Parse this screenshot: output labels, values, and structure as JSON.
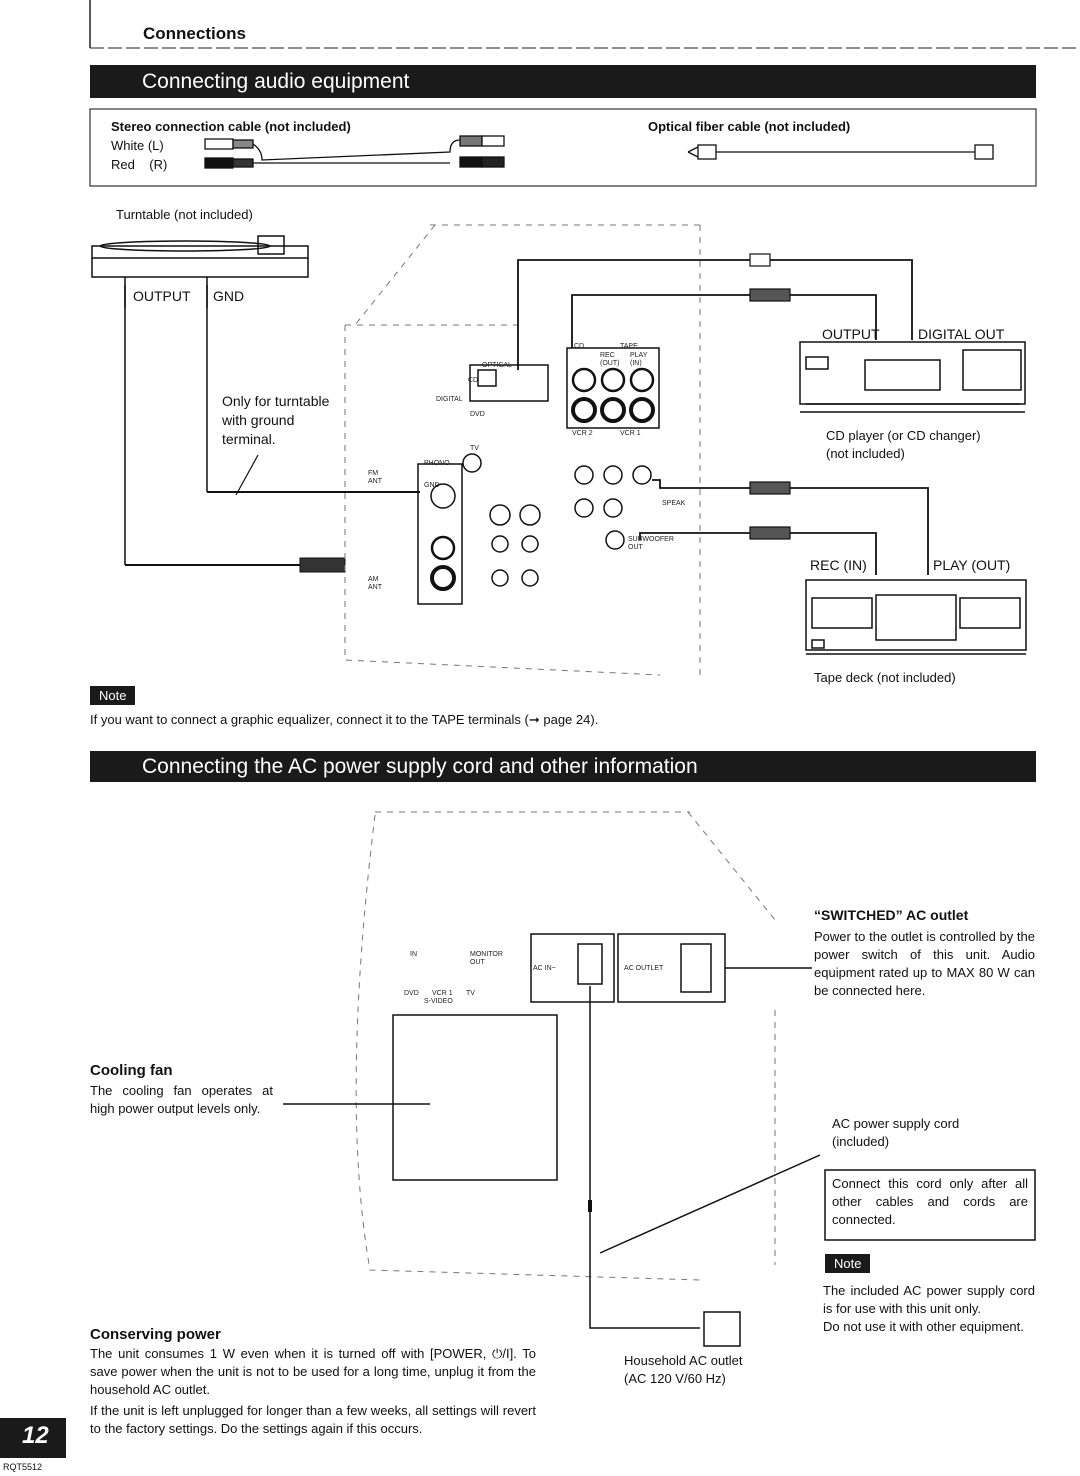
{
  "header": {
    "section": "Connections"
  },
  "section1": {
    "title": "Connecting audio equipment",
    "stereo_cable": {
      "label": "Stereo connection cable (not included)",
      "white": "White  (L)",
      "red": "Red    (R)"
    },
    "optical_cable": {
      "label": "Optical fiber cable (not included)"
    },
    "turntable": {
      "caption": "Turntable (not included)",
      "output": "OUTPUT",
      "gnd": "GND",
      "ground_note": [
        "Only for turntable",
        "with ground",
        "terminal."
      ]
    },
    "cd_player": {
      "output": "OUTPUT",
      "digital_out": "DIGITAL OUT",
      "caption": [
        "CD player (or CD changer)",
        "(not included)"
      ]
    },
    "tape_deck": {
      "rec_in": "REC (IN)",
      "play_out": "PLAY (OUT)",
      "caption": "Tape deck (not included)"
    },
    "panel_labels": {
      "optical": "OPTICAL",
      "cd": "CD",
      "digital": "DIGITAL",
      "dvd": "DVD",
      "tv": "TV",
      "tape": "TAPE",
      "rec_out": "REC\n(OUT)",
      "play_in": "PLAY\n(IN)",
      "vcr2": "VCR 2",
      "vcr1": "VCR 1",
      "phono": "PHONO",
      "gnd": "GND",
      "fm_ant": "FM\nANT",
      "am_ant": "AM\nANT",
      "speaker": "SPEAK",
      "subwoofer": "SUBWOOFER\nOUT"
    },
    "note_badge": "Note",
    "note_text": "If you want to connect a graphic equalizer, connect it to the TAPE terminals (➞ page 24)."
  },
  "section2": {
    "title": "Connecting the AC power supply cord and other information",
    "panel_labels": {
      "ac_in": "AC IN~",
      "ac_outlet": "AC OUTLET",
      "monitor_out": "MONITOR\nOUT",
      "dvd": "DVD",
      "vcr1": "VCR 1",
      "tv": "TV",
      "svideo": "S-VIDEO",
      "in": "IN"
    },
    "switched": {
      "title": "“SWITCHED” AC outlet",
      "body": "Power to the outlet is controlled by the power switch of this unit. Audio equipment rated up to MAX 80 W can be connected here."
    },
    "cooling": {
      "title": "Cooling fan",
      "body": "The cooling fan operates at high power output levels only."
    },
    "ac_cord": {
      "label": [
        "AC power supply cord",
        "(included)"
      ],
      "warning": "Connect this cord only after all other cables and cords are connected."
    },
    "note_badge": "Note",
    "note_text": "The included AC power supply cord is for use with this unit only.\nDo not use it with other equipment.",
    "household": [
      "Household AC outlet",
      "(AC 120 V/60 Hz)"
    ],
    "conserving": {
      "title": "Conserving power",
      "p1": "The unit consumes 1 W even when it is turned off with [POWER, ⏻/I]. To save power when the unit is not to be used for a long time, unplug it from the household AC outlet.",
      "p2": "If the unit is left unplugged for longer than a few weeks, all settings will revert to the factory settings. Do the settings again if this occurs."
    }
  },
  "footer": {
    "page_number": "12",
    "model_code": "RQT5512"
  }
}
